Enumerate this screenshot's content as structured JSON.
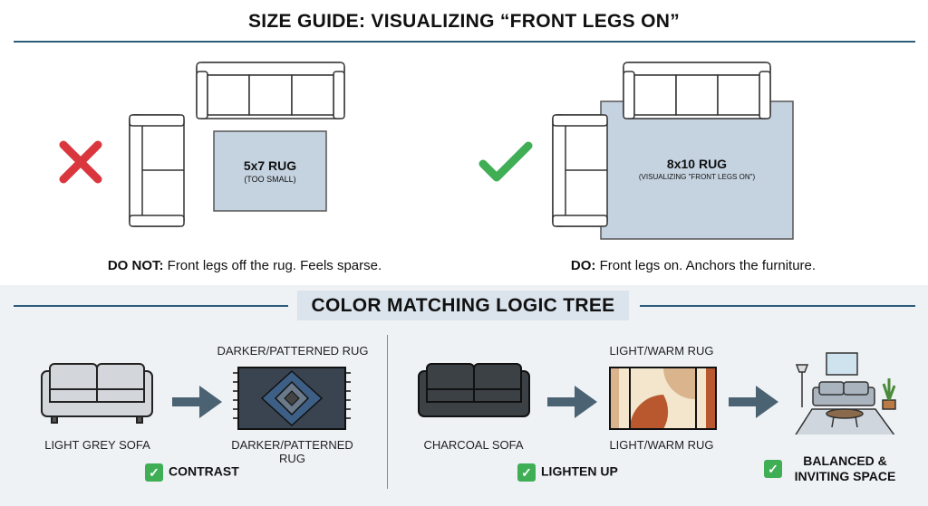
{
  "size_guide": {
    "title": "SIZE GUIDE: VISUALIZING “FRONT LEGS ON”",
    "dont": {
      "icon": "red-x-icon",
      "rug_label": "5x7 RUG",
      "rug_note": "(TOO SMALL)",
      "caption_bold": "DO NOT:",
      "caption_text": " Front legs off the rug. Feels sparse."
    },
    "do": {
      "icon": "green-check-icon",
      "rug_label": "8x10 RUG",
      "rug_note": "(VISUALIZING \"FRONT LEGS ON\")",
      "caption_bold": "DO:",
      "caption_text": " Front legs on. Anchors the furniture."
    }
  },
  "color_tree": {
    "title": "COLOR MATCHING LOGIC TREE",
    "left": {
      "sofa_label": "LIGHT GREY SOFA",
      "rug_top_label": "DARKER/PATTERNED RUG",
      "rug_bottom_label": "DARKER/PATTERNED RUG",
      "result": "CONTRAST"
    },
    "right": {
      "sofa_label": "CHARCOAL SOFA",
      "rug_top_label": "LIGHT/WARM RUG",
      "rug_bottom_label": "LIGHT/WARM RUG",
      "result": "LIGHTEN UP",
      "final_result_line1": "BALANCED &",
      "final_result_line2": "INVITING SPACE"
    }
  },
  "colors": {
    "accent_line": "#2d5d7a",
    "check_green": "#3fae55",
    "x_red": "#d9363e",
    "arrow": "#4a6272",
    "rug_light": "#c5d3e0",
    "section_bg": "#eef2f5"
  }
}
